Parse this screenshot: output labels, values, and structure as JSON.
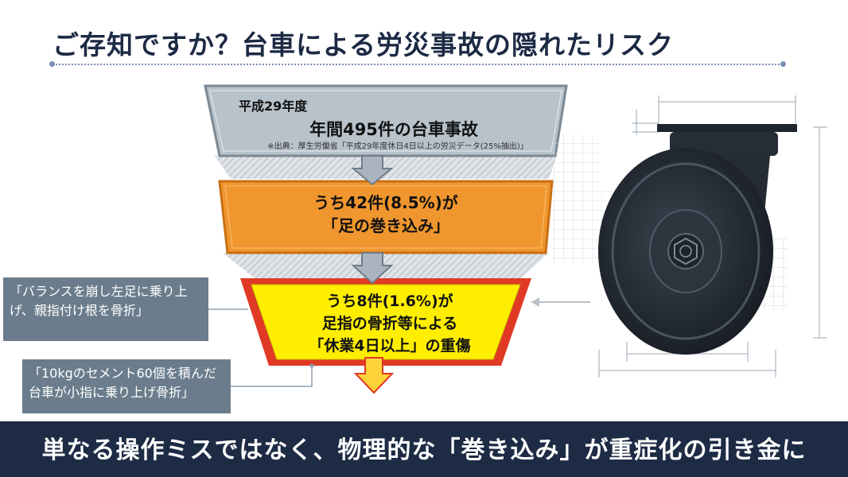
{
  "title": "ご存知ですか？台車による労災事故の隠れたリスク",
  "funnel": {
    "layer1": {
      "year": "平成29年度",
      "headline": "年間495件の台車事故",
      "source": "※出典：厚生労働省「平成29年度休日4日以上の労災データ(25%抽出)」"
    },
    "layer2": {
      "line1": "うち42件(8.5%)が",
      "line2": "「足の巻き込み」"
    },
    "layer3": {
      "line1": "うち8件(1.6%)が",
      "line2": "足指の骨折等による",
      "line3": "「休業4日以上」の重傷"
    }
  },
  "cases": [
    "「バランスを崩し左足に乗り上げ、親指付け根を骨折」",
    "「10kgのセメント60個を積んだ台車が小指に乗り上げ骨折」"
  ],
  "banner": "単なる操作ミスではなく、物理的な「巻き込み」が重症化の引き金に",
  "colors": {
    "layer1": "#b8c2cb",
    "layer2": "#f0962e",
    "layer3_fill": "#ffee00",
    "layer3_border": "#e03a24",
    "banner": "#1d2b45",
    "case_box": "#6b7d8c"
  }
}
